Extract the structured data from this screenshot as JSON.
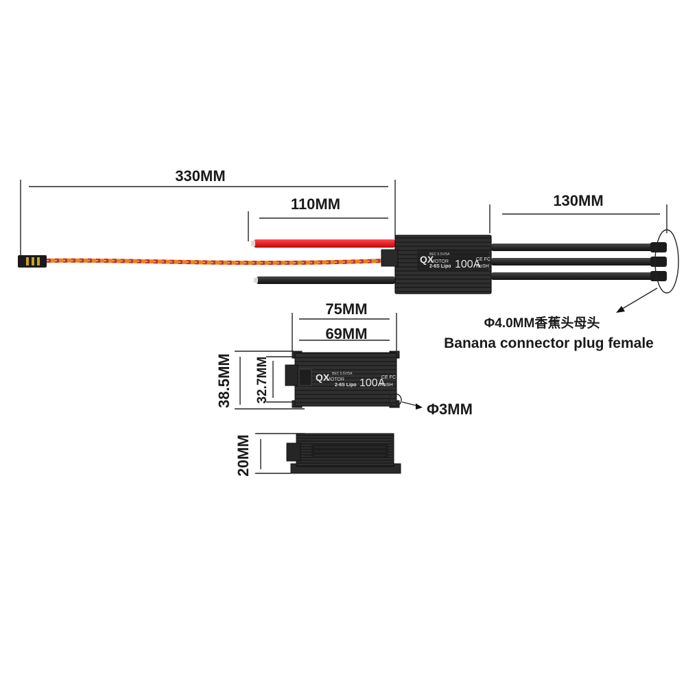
{
  "dimensions": {
    "overall_length": "330MM",
    "power_lead_length": "110MM",
    "motor_lead_length": "130MM",
    "case_length_outer": "75MM",
    "case_length_inner": "69MM",
    "case_width_outer": "38.5MM",
    "case_width_inner": "32.7MM",
    "case_height": "20MM",
    "mount_hole": "Φ3MM"
  },
  "connector": {
    "label_cn": "Φ4.0MM香蕉头母头",
    "label_en": "Banana connector plug female"
  },
  "esc_label": {
    "brand_logo": "QX",
    "brand_text": "MOTOR",
    "spec_line": "BEC 5.5V/5A",
    "lipo": "2-6S Lipo",
    "current": "100A",
    "cert": "CE FC",
    "rohs": "RoSH"
  },
  "colors": {
    "case": "#2b2b2b",
    "red_wire": "#e8202a",
    "black_wire": "#2a2a2a",
    "signal_orange": "#e8861c",
    "signal_red": "#c93030"
  }
}
